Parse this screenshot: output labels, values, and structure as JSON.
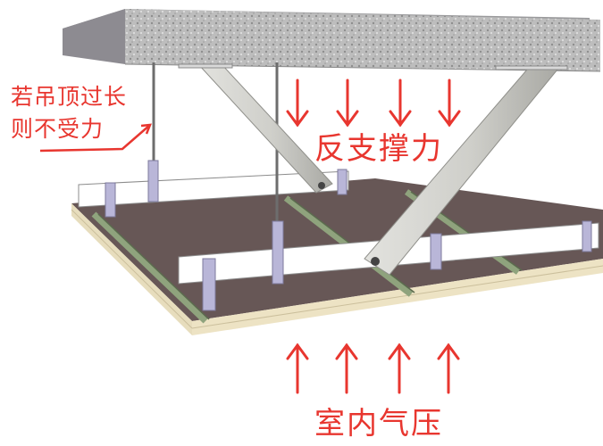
{
  "diagram": {
    "labels": {
      "hanger_note_line1": "若吊顶过长",
      "hanger_note_line2": "则不受力",
      "reverse_support": "反支撑力",
      "indoor_pressure": "室内气压"
    },
    "colors": {
      "annotation_red": "#e8362f",
      "concrete_slab": "#b9b9b9",
      "steel_brace": "#c9c9c4",
      "hanger_rod": "#6d6d6d",
      "main_runner": "#ffffff",
      "runner_clip": "#b9b6d8",
      "cross_tee": "#8fa37d",
      "ceiling_board_top": "#6a5a5a",
      "ceiling_board_edge": "#ece2c2"
    },
    "arrows": {
      "down_count": 4,
      "up_count": 4
    }
  }
}
